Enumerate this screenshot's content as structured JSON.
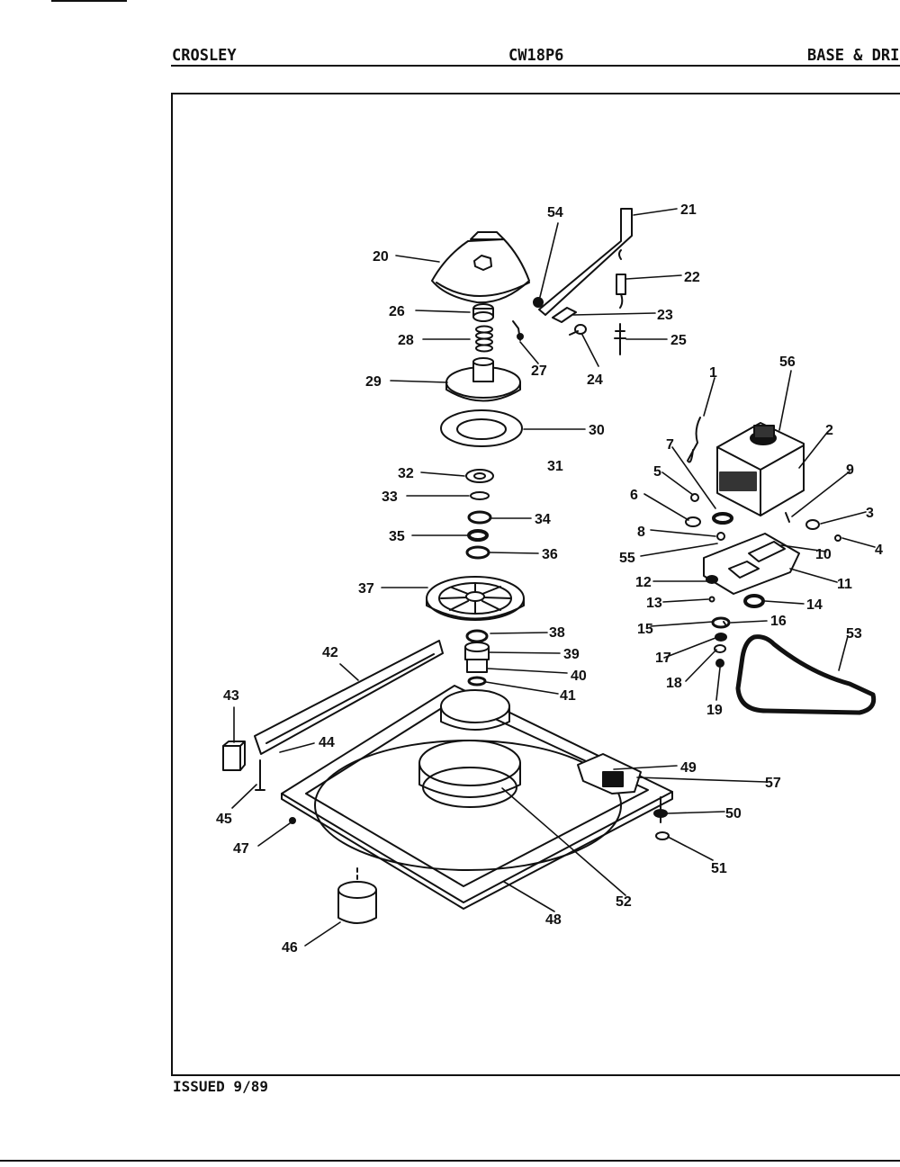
{
  "header": {
    "brand": "CROSLEY",
    "model": "CW18P6",
    "section": "BASE & DRIVE"
  },
  "footer": {
    "issued": "ISSUED 9/89"
  },
  "callouts": {
    "c1": "1",
    "c2": "2",
    "c3": "3",
    "c4": "4",
    "c5": "5",
    "c6": "6",
    "c7": "7",
    "c8": "8",
    "c9": "9",
    "c10": "10",
    "c11": "11",
    "c12": "12",
    "c13": "13",
    "c14": "14",
    "c15": "15",
    "c16": "16",
    "c17": "17",
    "c18": "18",
    "c19": "19",
    "c20": "20",
    "c21": "21",
    "c22": "22",
    "c23": "23",
    "c24": "24",
    "c25": "25",
    "c26": "26",
    "c27": "27",
    "c28": "28",
    "c29": "29",
    "c30": "30",
    "c31": "31",
    "c32": "32",
    "c33": "33",
    "c34": "34",
    "c35": "35",
    "c36": "36",
    "c37": "37",
    "c38": "38",
    "c39": "39",
    "c40": "40",
    "c41": "41",
    "c42": "42",
    "c43": "43",
    "c44": "44",
    "c45": "45",
    "c46": "46",
    "c47": "47",
    "c48": "48",
    "c49": "49",
    "c50": "50",
    "c51": "51",
    "c52": "52",
    "c53": "53",
    "c54": "54",
    "c55": "55",
    "c56": "56",
    "c57": "57"
  }
}
